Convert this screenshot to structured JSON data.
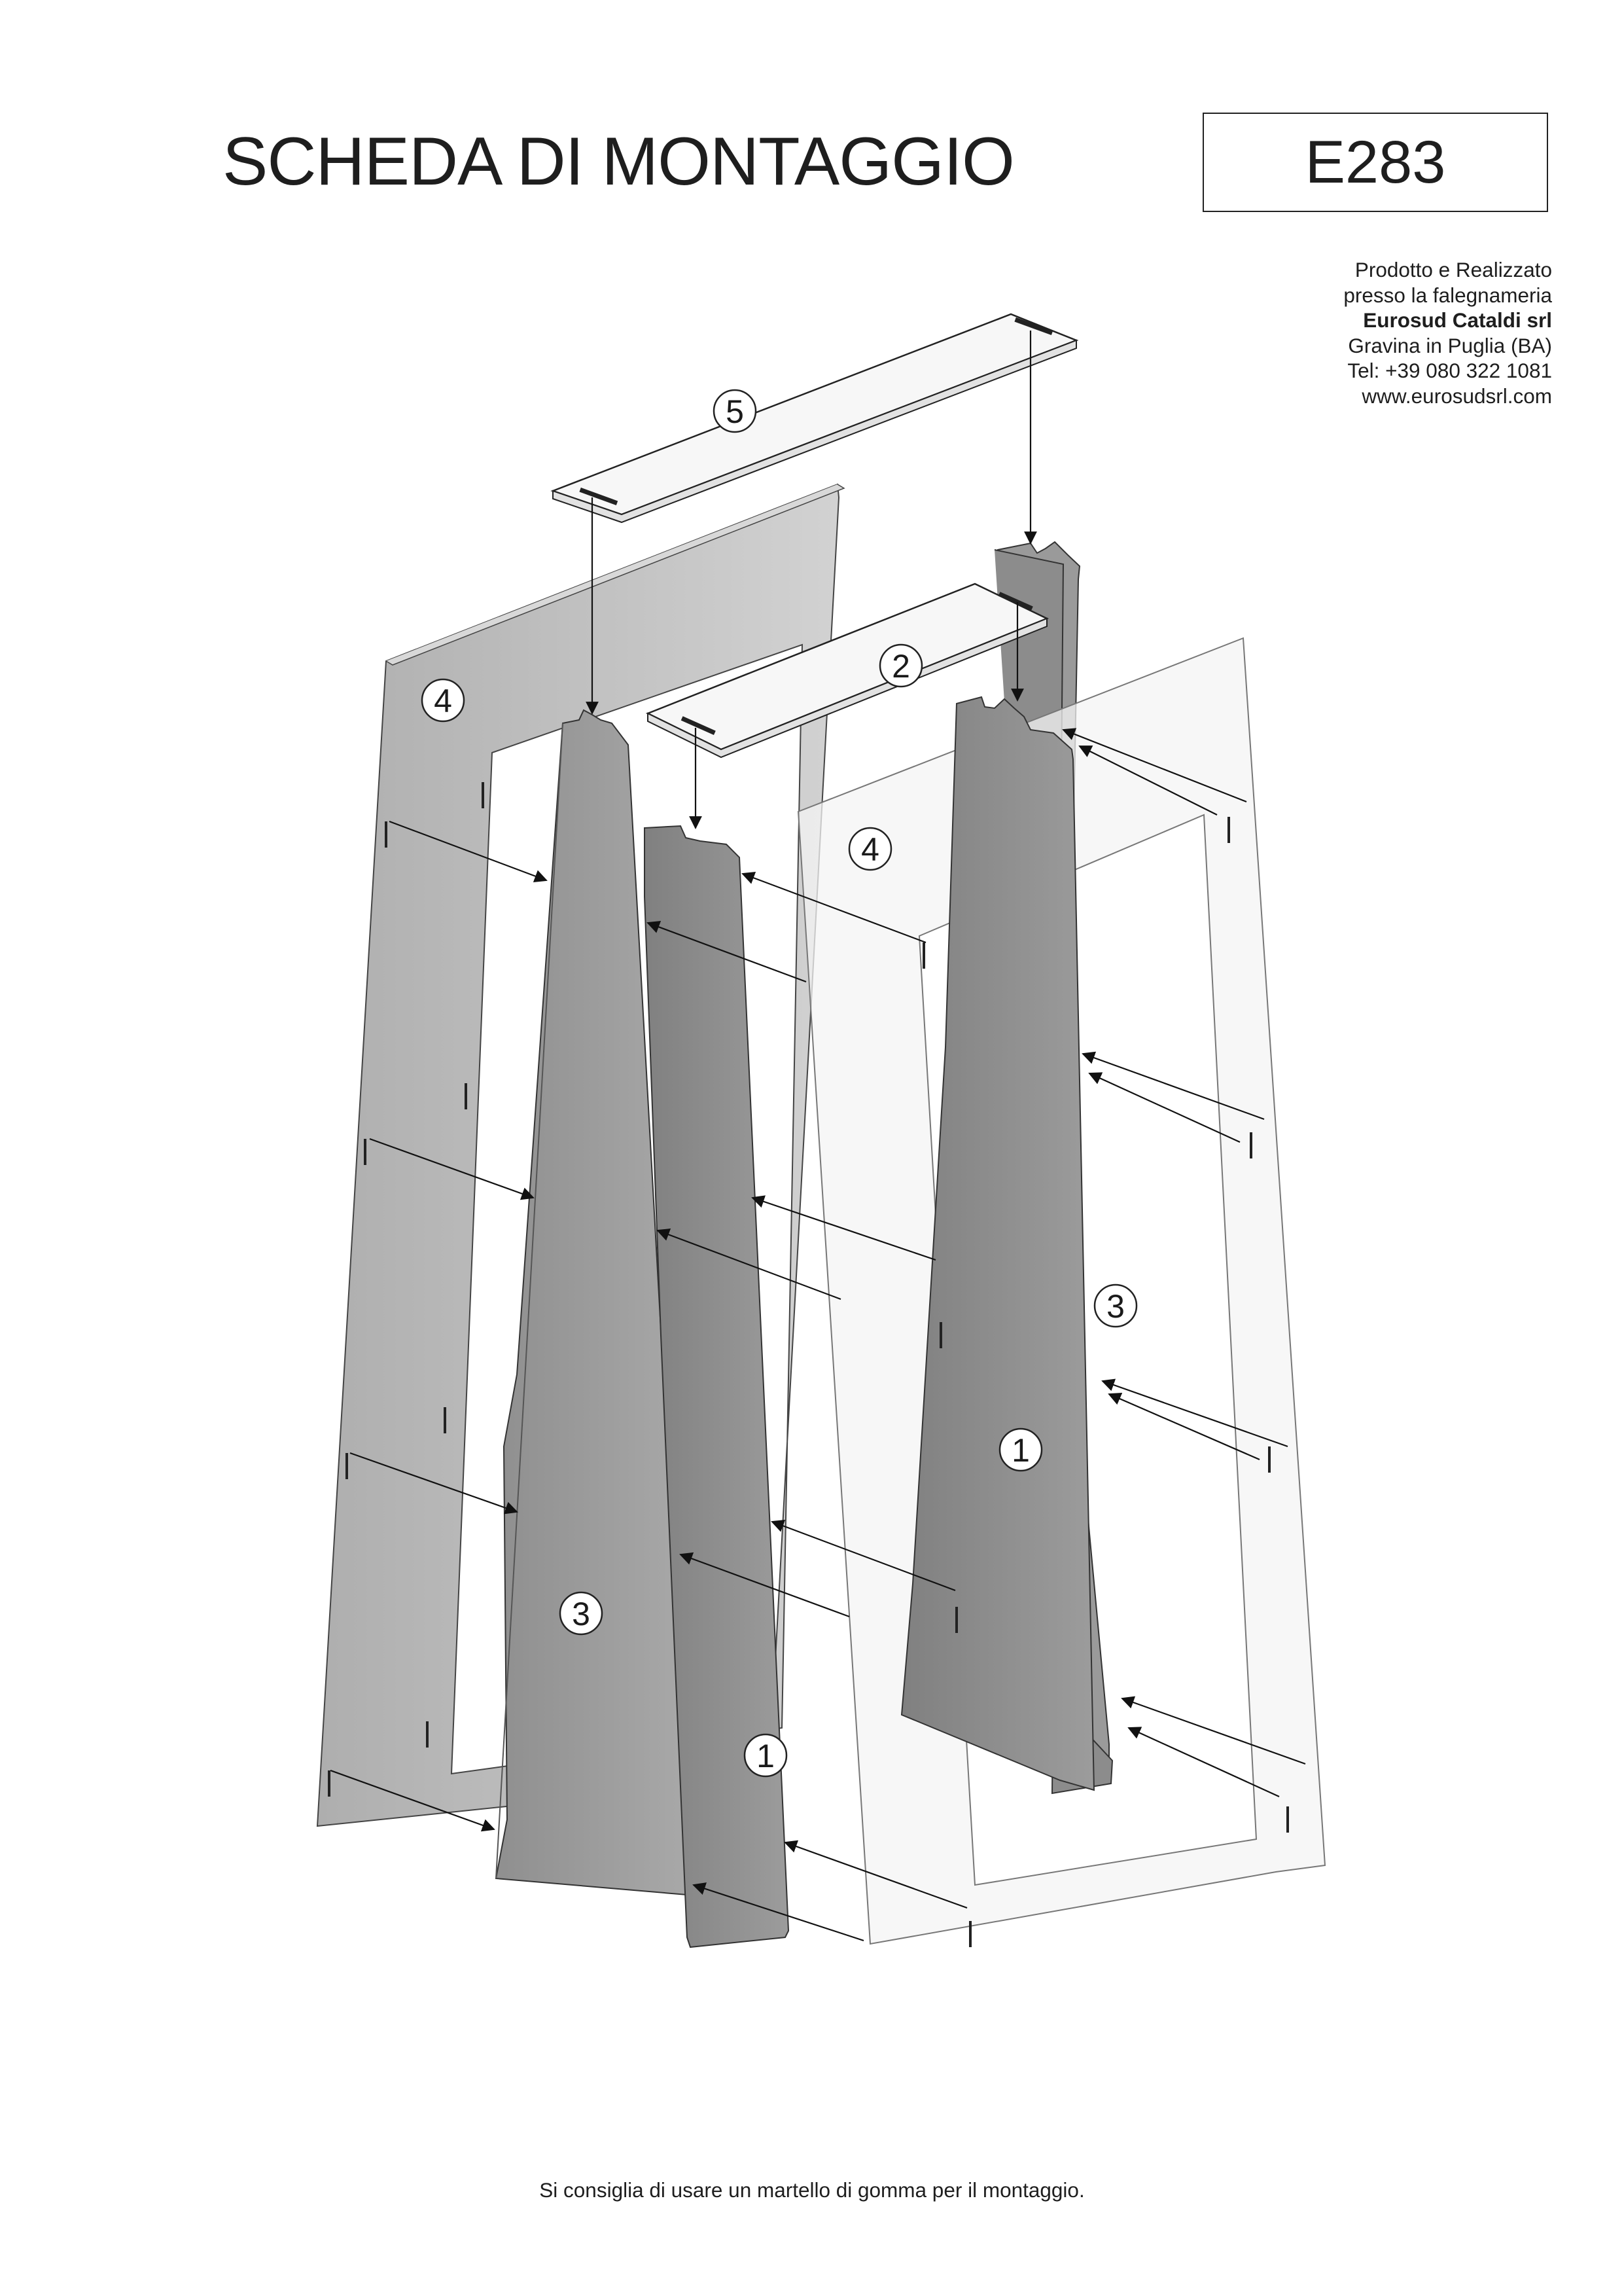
{
  "header": {
    "title": "SCHEDA DI MONTAGGIO",
    "code": "E283"
  },
  "maker": {
    "line1": "Prodotto e Realizzato",
    "line2": "presso la falegnameria",
    "company": "Eurosud Cataldi srl",
    "city": "Gravina in Puglia (BA)",
    "phone": "Tel: +39 080 322 1081",
    "web": "www.eurosudsrl.com"
  },
  "labels": {
    "top_shelf": "5",
    "mid_shelf": "2",
    "back_side": "4",
    "front_side": "4",
    "left_wing": "3",
    "right_wing": "3",
    "left_center": "1",
    "right_center": "1"
  },
  "footer": {
    "note": "Si consiglia di usare un martello di gomma per il montaggio."
  },
  "colors": {
    "panel_dark": "#9a9a9a",
    "panel_side": "#c3c3c3",
    "shelf": "#f7f7f7",
    "glass": "#f4f4f4",
    "line": "#222222"
  }
}
